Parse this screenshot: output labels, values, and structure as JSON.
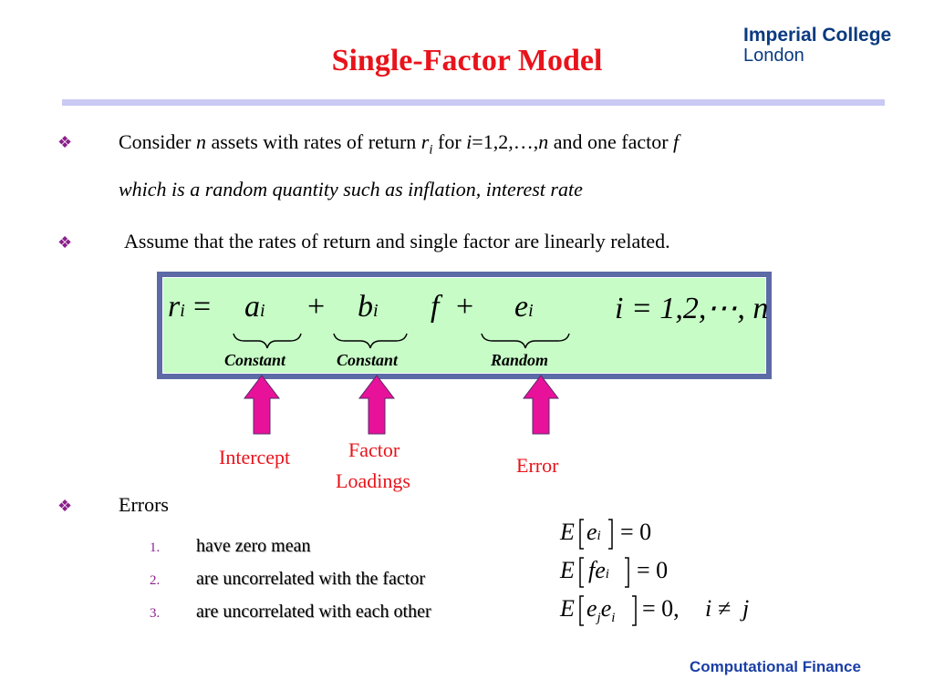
{
  "slide": {
    "title": "Single-Factor Model",
    "logo": {
      "line1": "Imperial College",
      "line2": "London"
    },
    "footer": "Computational Finance"
  },
  "bullets": [
    {
      "line1": {
        "a": "Consider ",
        "n": "n",
        "b": " assets with rates of return ",
        "r": "r",
        "ri": "i",
        "c": " for ",
        "i": "i",
        "d": "=1,2,…,",
        "n2": "n",
        "e": " and one factor ",
        "f": "f"
      },
      "line2": "which is a random quantity such as inflation, interest rate"
    },
    {
      "text": "Assume that the rates of return and single factor are linearly related."
    },
    {
      "text": "Errors"
    }
  ],
  "equation": {
    "r": "r",
    "rsub": "i",
    "eq": "=",
    "a": "a",
    "asub": "i",
    "plus1": "+",
    "b": "b",
    "bsub": "i",
    "f": "f",
    "plus2": "+",
    "e": "e",
    "esub": "i",
    "range": "i = 1,2,⋯, n"
  },
  "brace_labels": [
    "Constant",
    "Constant",
    "Random"
  ],
  "arrow_labels": {
    "intercept": "Intercept",
    "factor1": "Factor",
    "factor2": "Loadings",
    "error": "Error"
  },
  "error_items": [
    {
      "num": "1.",
      "text": "have zero mean"
    },
    {
      "num": "2.",
      "text": "are uncorrelated with the factor"
    },
    {
      "num": "3.",
      "text": "are uncorrelated with each other"
    }
  ],
  "error_equations": [
    {
      "E": "E",
      "inner": "e",
      "sub": "i",
      "rhs": "= 0"
    },
    {
      "E": "E",
      "inner": "fe",
      "sub": "i",
      "rhs": "= 0"
    },
    {
      "E": "E",
      "inner1": "e",
      "sub1": "j",
      "inner2": "e",
      "sub2": "i",
      "rhs": "= 0,",
      "cond": "i ≠  j"
    }
  ],
  "colors": {
    "title": "#e8131b",
    "bullet": "#8a1f8a",
    "arrow": "#e8119a",
    "box_fill": "#c7fcc7",
    "box_border": "#5c6aa6",
    "footer": "#1a3fa6"
  },
  "icons": {
    "bullet": "diamond-cluster-icon",
    "arrow": "up-arrow-icon"
  }
}
